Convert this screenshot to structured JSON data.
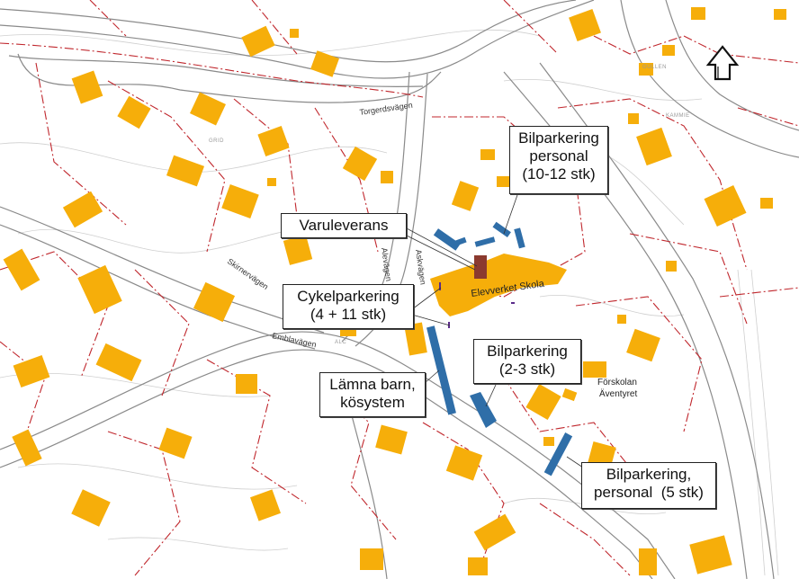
{
  "map": {
    "callouts": {
      "bil_personal": [
        "Bilparkering",
        "personal",
        "(10-12 stk)"
      ],
      "varuleverans": [
        "Varuleverans"
      ],
      "cykel": [
        "Cykelparkering",
        "(4 + 11 stk)"
      ],
      "bil_2_3": [
        "Bilparkering",
        "(2-3 stk)"
      ],
      "lamna": [
        "Lämna barn,",
        "kösystem"
      ],
      "bil_5": [
        "Bilparkering,",
        "personal  (5 stk)"
      ]
    },
    "labels": {
      "school": "Elevverket Skola",
      "preschool_1": "Förskolan",
      "preschool_2": "Äventyret"
    },
    "streets": {
      "torgerdsvagen": "Torgerdsvägen",
      "skirnervagen": "Skirnervägen",
      "emblavagen": "Emblavägen",
      "alevagen": "Alevägen",
      "askvagen": "Askvägen"
    },
    "small": {
      "grid": "GRID",
      "alc": "ALC",
      "kammie": "KAMMIE",
      "gullen": "GULLEN"
    },
    "colors": {
      "building": "#f6ae0a",
      "parking": "#2f6ea8",
      "delivery": "#8b3a2f",
      "property_line": "#c0272d"
    }
  }
}
